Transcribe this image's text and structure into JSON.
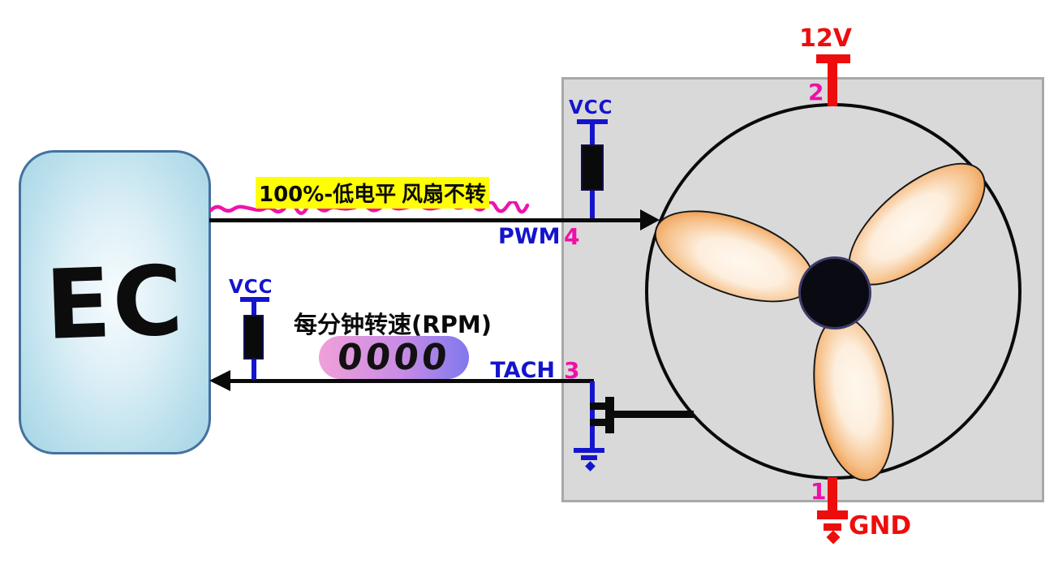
{
  "ec": {
    "label": "EC"
  },
  "fan": {
    "pin_power": "2",
    "pin_ground": "1",
    "pin_tach": "3",
    "pin_pwm": "4"
  },
  "power": {
    "supply": "12V",
    "ground": "GND"
  },
  "signals": {
    "pwm": "PWM",
    "tach": "TACH",
    "vcc": "VCC"
  },
  "annotations": {
    "pwm_note_duty": "100%-低电平",
    "pwm_note_fan": "风扇不转",
    "rpm_title": "每分钟转速(RPM)",
    "rpm_value": "0000"
  },
  "colors": {
    "pin_number": "#ee10a8",
    "signal_blue": "#1414cc",
    "power_red": "#ee0d0d",
    "note_highlight": "#ffff00",
    "squiggle_magenta": "#ee14ac",
    "fan_frame_gray": "#d9d9d9",
    "blade_orange": "#e8882d",
    "pill_pink": "#f0a0d8",
    "pill_purple": "#8078ee",
    "ec_fill_blue": "#a5d4e4"
  }
}
